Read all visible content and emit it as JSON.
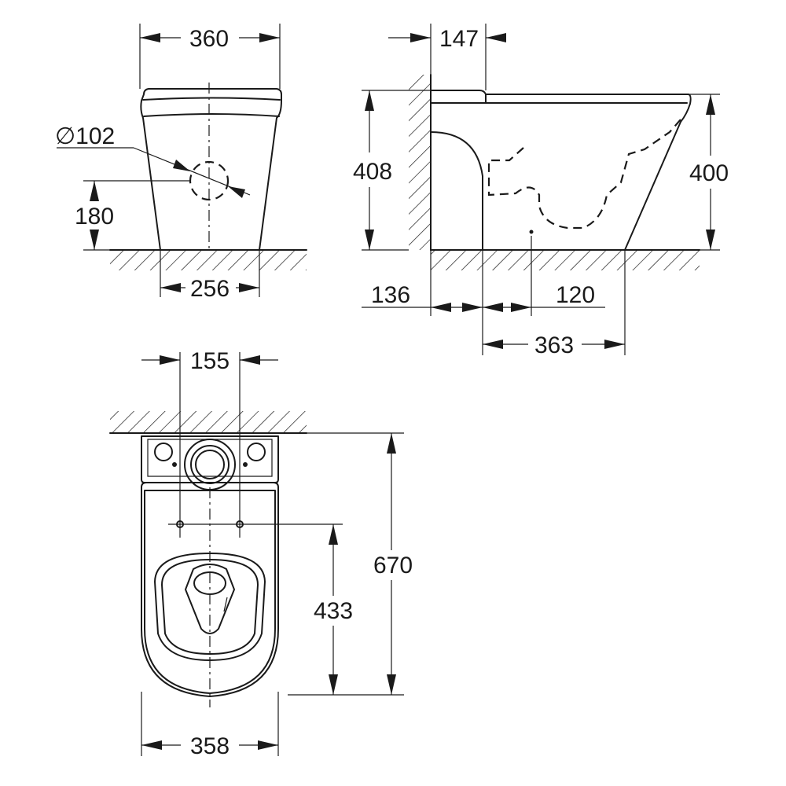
{
  "front_view": {
    "width_top": "360",
    "drain_diameter": "∅102",
    "drain_height": "180",
    "width_base": "256"
  },
  "side_view": {
    "wall_offset": "147",
    "height_total": "408",
    "height_bowl": "400",
    "depth_rear": "136",
    "depth_fix": "120",
    "depth_base": "363"
  },
  "top_view": {
    "fixing_spacing": "155",
    "length_total": "670",
    "length_to_fix": "433",
    "width_bowl": "358"
  }
}
